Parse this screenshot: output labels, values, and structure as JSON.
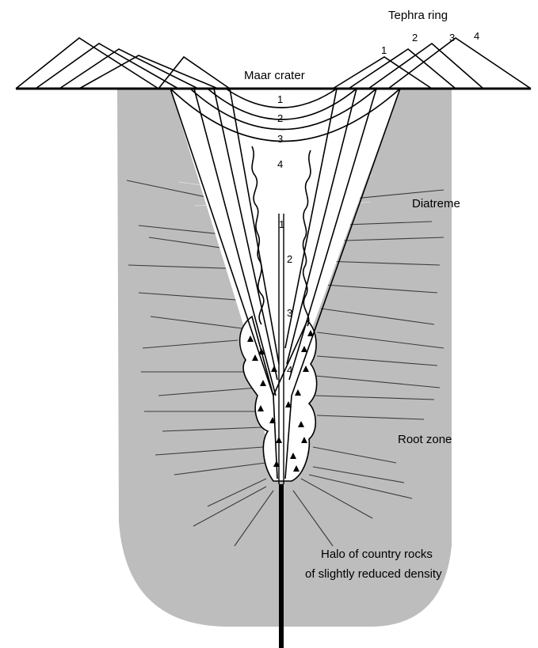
{
  "labels": {
    "tephra_ring": "Tephra ring",
    "maar_crater": "Maar crater",
    "diatreme": "Diatreme",
    "root_zone": "Root zone",
    "halo_line1": "Halo of country rocks",
    "halo_line2": "of slightly reduced density"
  },
  "tephra_numbers": [
    "1",
    "2",
    "3",
    "4"
  ],
  "crater_numbers": [
    "1",
    "2",
    "3",
    "4"
  ],
  "feeder_numbers": [
    "1",
    "2",
    "3",
    "4"
  ],
  "colors": {
    "halo": "#bdbdbd",
    "line": "#000000",
    "background": "#ffffff"
  }
}
